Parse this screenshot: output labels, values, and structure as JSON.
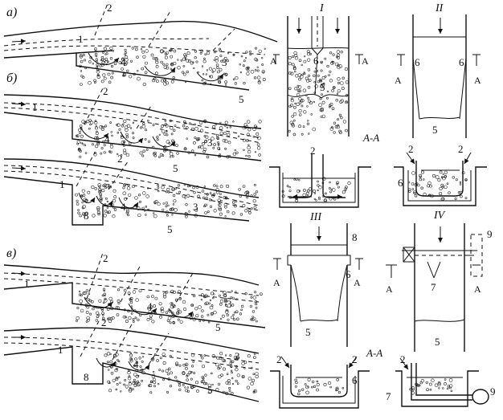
{
  "labels": {
    "a": "а)",
    "b": "б)",
    "v": "в)",
    "roman_1": "I",
    "roman_2": "II",
    "roman_3": "III",
    "roman_4": "IV",
    "section": "А-А",
    "section2": "А-А",
    "A": "А",
    "n1": "1",
    "n2": "2",
    "n3": "3",
    "n4": "4",
    "n5": "5",
    "n6": "6",
    "n7": "7",
    "n8": "8",
    "n9": "9"
  },
  "colors": {
    "ink": "#111111",
    "paper": "#ffffff"
  },
  "icons": [
    "flow-arrow-icon",
    "section-marker-icon",
    "pump-icon"
  ]
}
